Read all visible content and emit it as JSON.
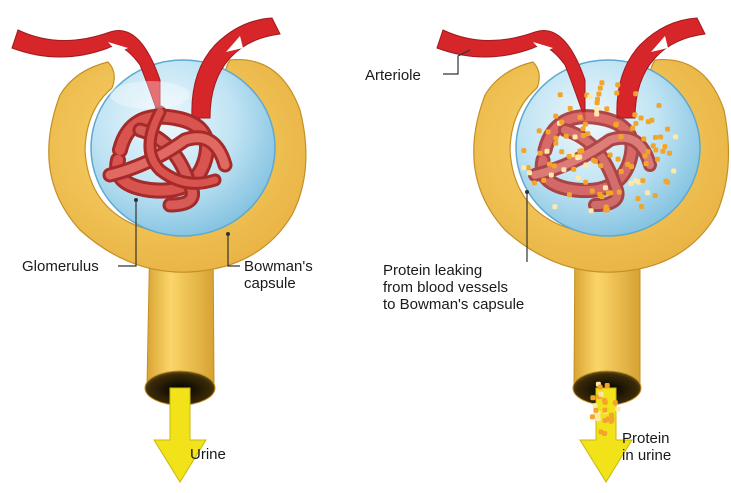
{
  "labels": {
    "glomerulus": "Glomerulus",
    "bowmans_capsule": [
      "Bowman's",
      "capsule"
    ],
    "urine": "Urine",
    "arteriole": "Arteriole",
    "protein_leaking": [
      "Protein leaking",
      "from blood vessels",
      "to Bowman's capsule"
    ],
    "protein_in_urine": [
      "Protein",
      "in urine"
    ]
  },
  "colors": {
    "capsule": "#f5c24a",
    "capsule_edge": "#c89a2c",
    "vessel": "#d7262a",
    "glomerulus": "#c83a3a",
    "fluid": "#b9e1f2",
    "arrow": "#f2e21a",
    "protein": "#f2a52a"
  }
}
